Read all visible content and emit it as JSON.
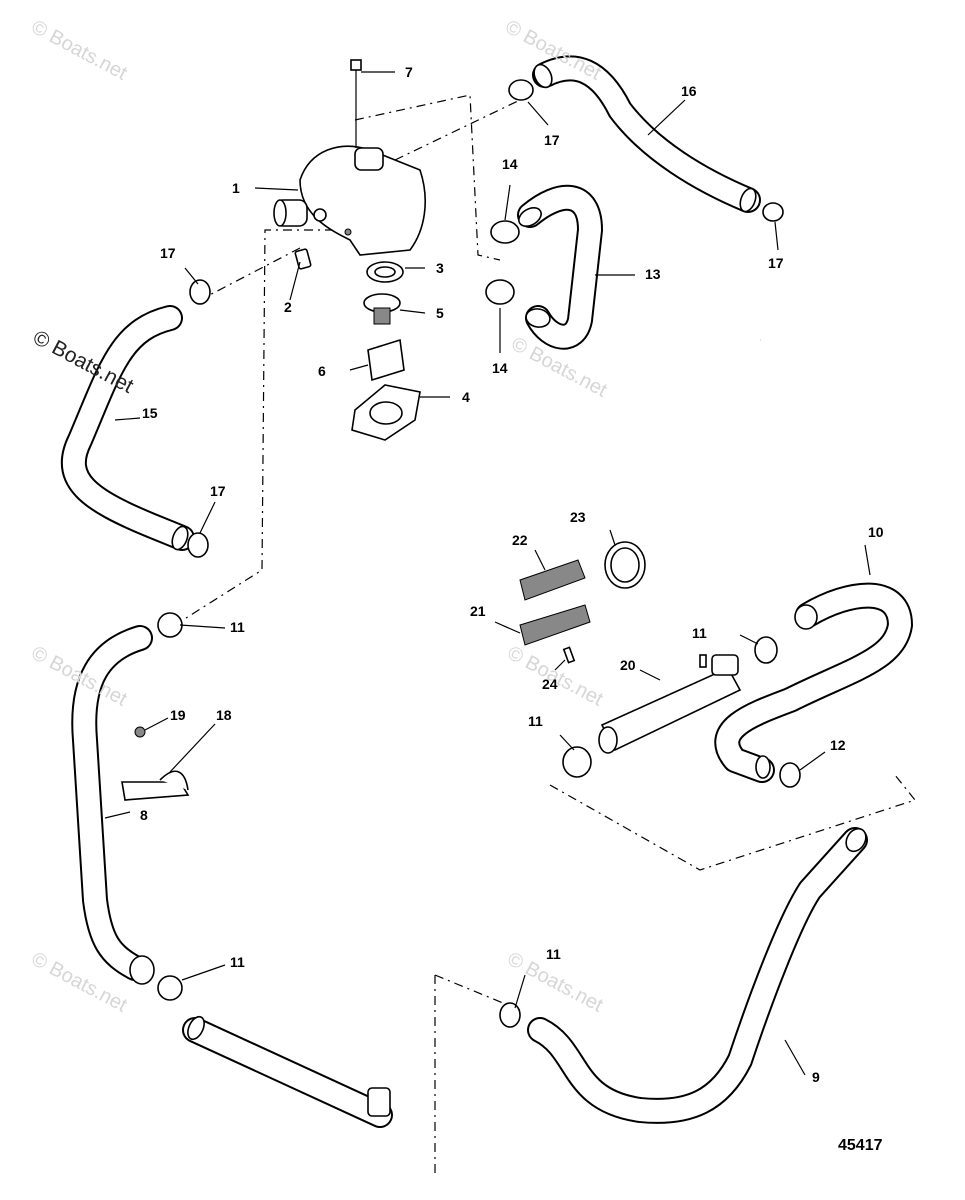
{
  "watermark": "© Boats.net",
  "figure_number": "45417",
  "callouts": [
    "1",
    "2",
    "3",
    "4",
    "5",
    "6",
    "7",
    "8",
    "9",
    "10",
    "11",
    "11",
    "11",
    "11",
    "11",
    "11",
    "12",
    "13",
    "14",
    "14",
    "15",
    "16",
    "17",
    "17",
    "17",
    "17",
    "18",
    "19",
    "20",
    "21",
    "22",
    "23",
    "24"
  ]
}
